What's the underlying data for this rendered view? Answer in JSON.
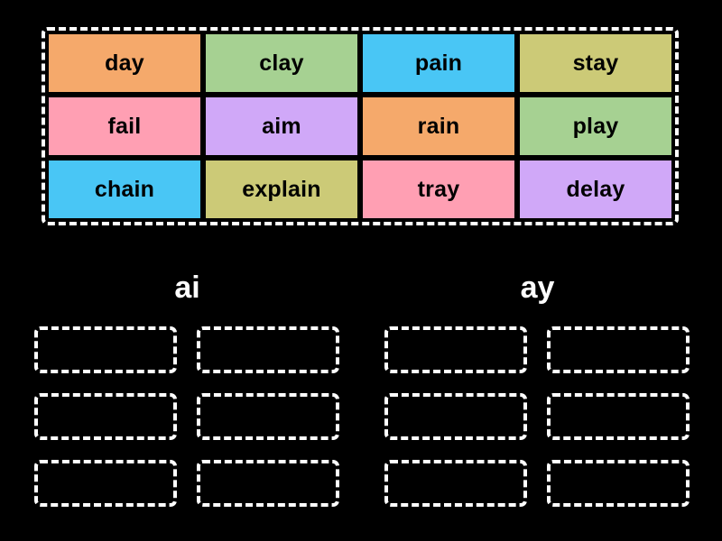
{
  "background_color": "#000000",
  "word_bank": {
    "label": "word-bank",
    "border_color": "#ffffff",
    "tiles": [
      {
        "text": "day",
        "color": "#f5a96b"
      },
      {
        "text": "clay",
        "color": "#a6d192"
      },
      {
        "text": "pain",
        "color": "#49c6f5"
      },
      {
        "text": "stay",
        "color": "#ccca77"
      },
      {
        "text": "fail",
        "color": "#ff9fb3"
      },
      {
        "text": "aim",
        "color": "#d0a8f8"
      },
      {
        "text": "rain",
        "color": "#f5a96b"
      },
      {
        "text": "play",
        "color": "#a6d192"
      },
      {
        "text": "chain",
        "color": "#49c6f5"
      },
      {
        "text": "explain",
        "color": "#ccca77"
      },
      {
        "text": "tray",
        "color": "#ff9fb3"
      },
      {
        "text": "delay",
        "color": "#d0a8f8"
      }
    ]
  },
  "categories": [
    {
      "label": "ai",
      "text_color": "#ffffff",
      "dropzones": [
        "",
        "",
        "",
        "",
        "",
        ""
      ]
    },
    {
      "label": "ay",
      "text_color": "#ffffff",
      "dropzones": [
        "",
        "",
        "",
        "",
        "",
        ""
      ]
    }
  ]
}
